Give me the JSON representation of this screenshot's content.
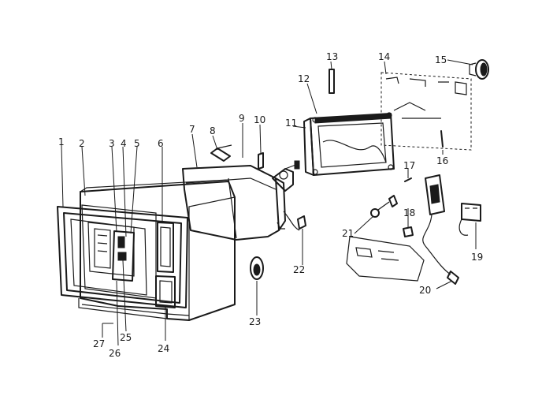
{
  "callouts": [
    "1",
    "2",
    "3",
    "4",
    "5",
    "6",
    "7",
    "8",
    "9",
    "10",
    "11",
    "12",
    "13",
    "14",
    "15",
    "16",
    "17",
    "18",
    "19",
    "20",
    "21",
    "22",
    "23",
    "24",
    "25",
    "26",
    "27"
  ],
  "colors": {
    "ink": "#1a1a1a",
    "paper": "#ffffff"
  }
}
